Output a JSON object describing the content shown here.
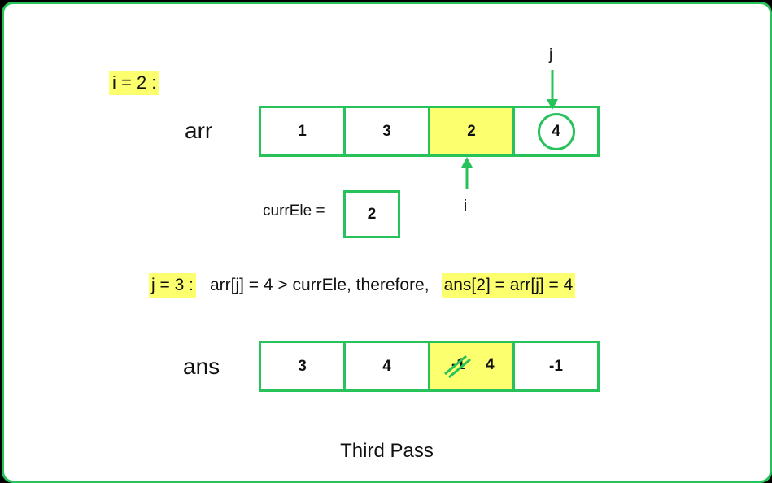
{
  "iteration_label": "i = 2 :",
  "arr": {
    "label": "arr",
    "cells": [
      "1",
      "3",
      "2",
      "4"
    ]
  },
  "pointer_i": "i",
  "pointer_j": "j",
  "curr_ele": {
    "label": "currEle =",
    "value": "2"
  },
  "step": {
    "j_label": "j = 3 :",
    "condition": "arr[j] = 4  > currEle, therefore,",
    "result": "ans[2] = arr[j] = 4"
  },
  "ans": {
    "label": "ans",
    "cells": [
      "3",
      "4",
      "",
      "-1"
    ],
    "replaced_old": "-1",
    "replaced_new": "4"
  },
  "caption": "Third Pass",
  "colors": {
    "accent": "#27c25a",
    "highlight": "#fcff6e"
  }
}
